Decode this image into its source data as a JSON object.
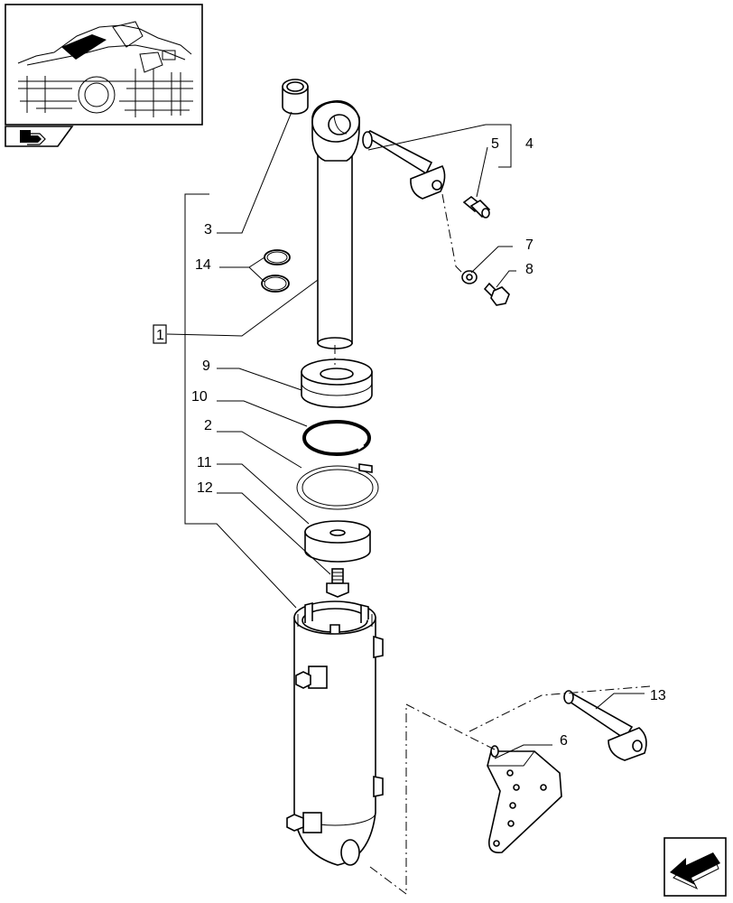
{
  "callouts": {
    "c1": "1",
    "c2": "2",
    "c3": "3",
    "c4": "4",
    "c5": "5",
    "c6": "6",
    "c7": "7",
    "c8": "8",
    "c9": "9",
    "c10": "10",
    "c11": "11",
    "c12": "12",
    "c13": "13",
    "c14": "14"
  },
  "icons": {
    "thumbnail": "tractor-location-thumbnail",
    "thumb_tab": "stack-arrow-icon",
    "nav": "previous-page-arrow-icon"
  }
}
